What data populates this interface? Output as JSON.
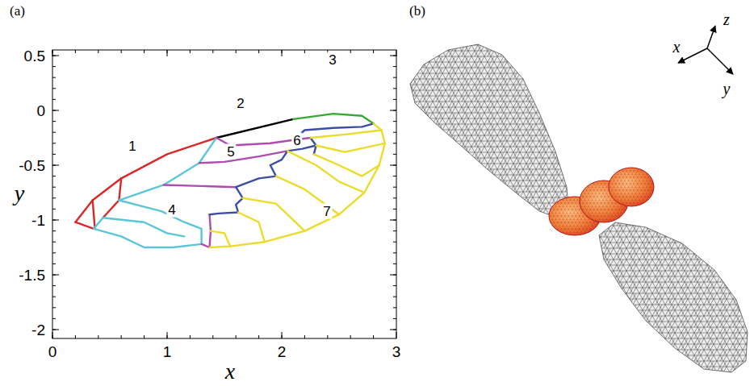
{
  "diagram": {
    "labels": [
      "(a)",
      "(b)",
      "0.5",
      "0",
      "-0.5",
      "-1",
      "-1.5",
      "-2",
      "0",
      "1",
      "2",
      "3",
      "x",
      "y",
      "1",
      "2",
      "3",
      "4",
      "5",
      "6",
      "7",
      "x",
      "y",
      "z"
    ]
  }
}
